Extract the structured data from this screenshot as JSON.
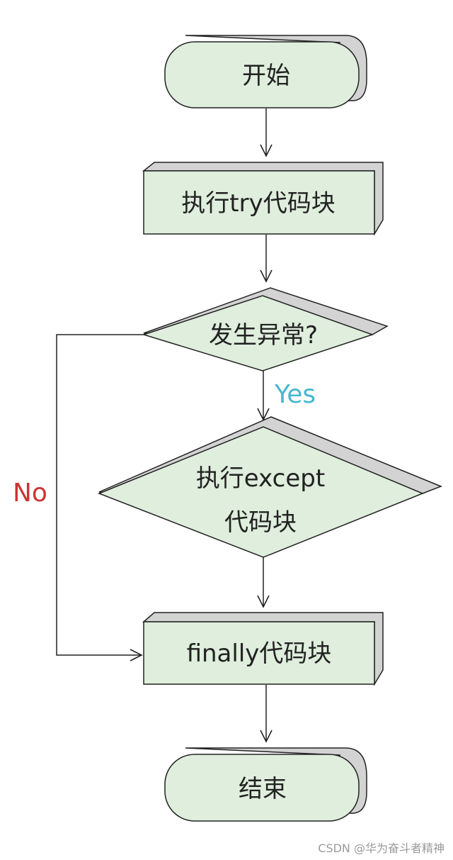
{
  "nodes": {
    "start": "开始",
    "try_block": "执行try代码块",
    "decision": "发生异常?",
    "except_line1": "执行except",
    "except_line2": "代码块",
    "finally_block": "finally代码块",
    "end": "结束"
  },
  "edges": {
    "yes_label": "Yes",
    "no_label": "No"
  },
  "watermark": "CSDN @华为奋斗者精神",
  "colors": {
    "node_fill": "#dfeedd",
    "node_shadow": "#d3d3d3",
    "stroke": "#222222",
    "yes_color": "#47b8cf",
    "no_color": "#cc3333"
  }
}
